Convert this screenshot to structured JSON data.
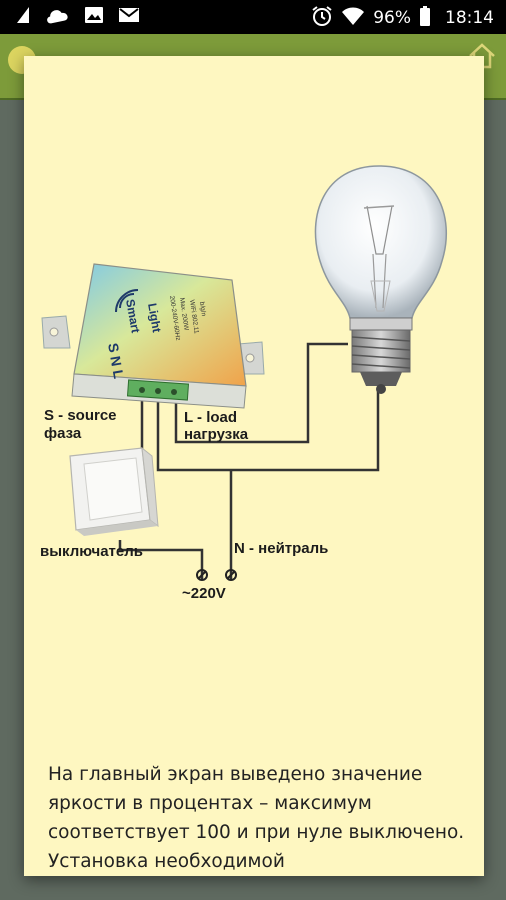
{
  "status_bar": {
    "battery": "96%",
    "time": "18:14"
  },
  "diagram": {
    "source_label": "S - source",
    "source_label_ru": "фаза",
    "load_label": "L - load",
    "load_label_ru": "нагрузка",
    "switch_label": "выключатель",
    "neutral_label": "N - нейтраль",
    "voltage_label": "~220V",
    "device_brand_smart": "Smart",
    "device_brand_light": "Light",
    "device_terminals": "S  N  L",
    "device_spec_1": "200-240V-60Hz",
    "device_spec_2": "Max. 200W",
    "device_spec_3": "WiFi 802.11",
    "device_spec_4": "b/g/n"
  },
  "description": {
    "text": "На главный экран выведено значение яркости в процентах – максимум соответствует 100 и при нуле выключено. Установка необходимой"
  },
  "icons": {
    "wifi": "wifi-icon",
    "alarm": "alarm-icon",
    "battery": "battery-icon"
  }
}
